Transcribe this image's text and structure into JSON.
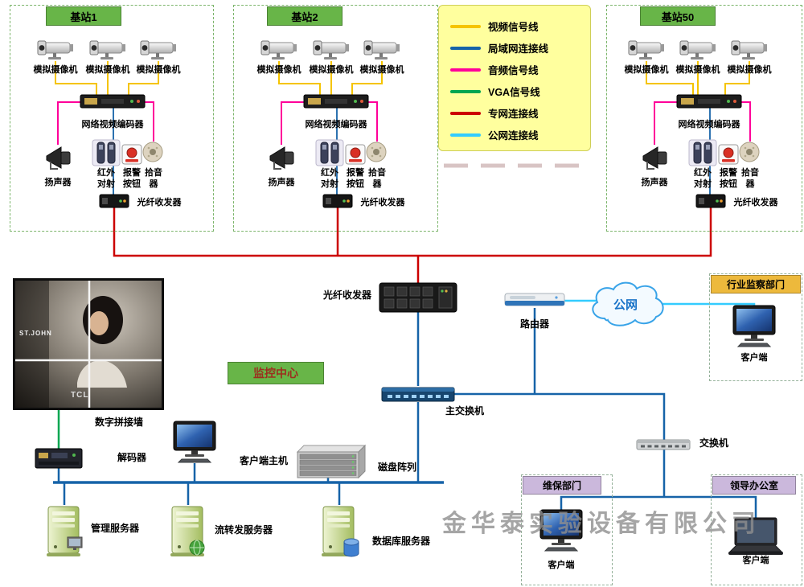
{
  "stations": [
    {
      "name": "基站1",
      "cameras": [
        "模拟摄像机",
        "模拟摄像机",
        "模拟摄像机"
      ],
      "encoder": "网络视频编码器",
      "speaker": "扬声器",
      "infrared": "红外\n对射",
      "alarm": "报警\n按钮",
      "pickup": "拾音\n器",
      "fiber": "光纤收发器"
    },
    {
      "name": "基站2",
      "cameras": [
        "模拟摄像机",
        "模拟摄像机",
        "模拟摄像机"
      ],
      "encoder": "网络视频编码器",
      "speaker": "扬声器",
      "infrared": "红外\n对射",
      "alarm": "报警\n按钮",
      "pickup": "拾音\n器",
      "fiber": "光纤收发器"
    },
    {
      "name": "基站50",
      "cameras": [
        "模拟摄像机",
        "模拟摄像机",
        "模拟摄像机"
      ],
      "encoder": "网络视频编码器",
      "speaker": "扬声器",
      "infrared": "红外\n对射",
      "alarm": "报警\n按钮",
      "pickup": "拾音\n器",
      "fiber": "光纤收发器"
    }
  ],
  "legend": {
    "items": [
      {
        "label": "视频信号线",
        "color": "#F5C400"
      },
      {
        "label": "局域网连接线",
        "color": "#1663A8"
      },
      {
        "label": "音频信号线",
        "color": "#FF0099"
      },
      {
        "label": "VGA信号线",
        "color": "#00A651"
      },
      {
        "label": "专网连接线",
        "color": "#CC0000"
      },
      {
        "label": "公网连接线",
        "color": "#33CCFF"
      }
    ]
  },
  "colors": {
    "tab_green": "#68b548",
    "tab_yellow": "#edb93c",
    "tab_purple": "#cbb8dc",
    "legend_bg": "#ffff9e"
  },
  "center": {
    "fiber_label": "光纤收发器",
    "router_label": "路由器",
    "cloud_label": "公网",
    "monitoring_center": "监控中心",
    "main_switch": "主交换机",
    "wall_label": "数字拼接墙",
    "wall_text_top": "ST.JOHN",
    "wall_text_bottom": "TCL",
    "decoder": "解码器",
    "client_host": "客户端主机",
    "disk_array": "磁盘阵列",
    "switch_small": "交换机"
  },
  "servers": [
    {
      "label": "管理服务器"
    },
    {
      "label": "流转发服务器"
    },
    {
      "label": "数据库服务器"
    }
  ],
  "departments": [
    {
      "name": "行业监察部门",
      "client": "客户端"
    },
    {
      "name": "维保部门",
      "client": "客户端"
    },
    {
      "name": "领导办公室",
      "client": "客户端"
    }
  ],
  "watermark": "金华泰实验设备有限公司"
}
